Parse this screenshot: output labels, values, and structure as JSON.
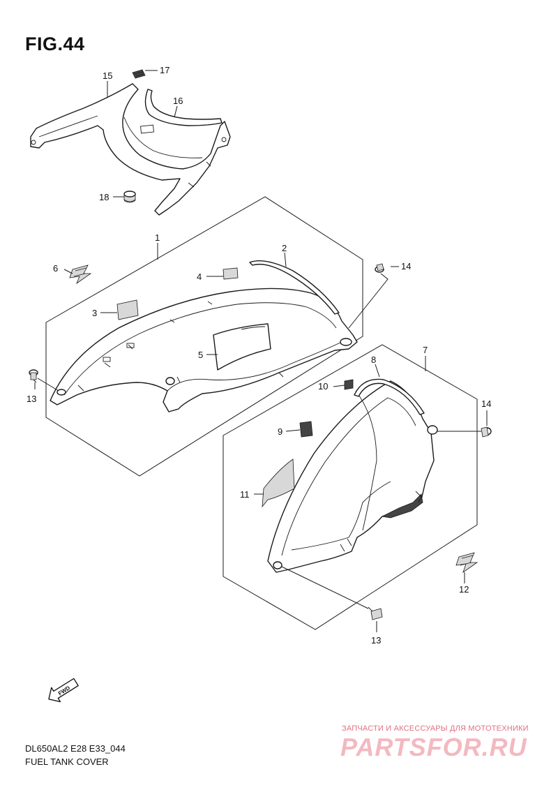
{
  "figure": {
    "title": "FIG.44"
  },
  "footer": {
    "model_code": "DL650AL2 E28 E33_044",
    "section_name": "FUEL TANK COVER"
  },
  "watermark": {
    "tagline": "ЗАПЧАСТИ И АКСЕССУАРЫ ДЛЯ МОТОТЕХНИКИ",
    "brand": "PARTSFOR.RU"
  },
  "labels": {
    "p1": "1",
    "p2": "2",
    "p3": "3",
    "p4": "4",
    "p5": "5",
    "p6": "6",
    "p7": "7",
    "p8": "8",
    "p9": "9",
    "p10": "10",
    "p11": "11",
    "p12": "12",
    "p13a": "13",
    "p13b": "13",
    "p14a": "14",
    "p14b": "14",
    "p15": "15",
    "p16": "16",
    "p17": "17",
    "p18": "18"
  },
  "icons": {
    "fwd_arrow": "FWD"
  },
  "colors": {
    "line": "#1a1a1a",
    "watermark": "#e07080"
  }
}
